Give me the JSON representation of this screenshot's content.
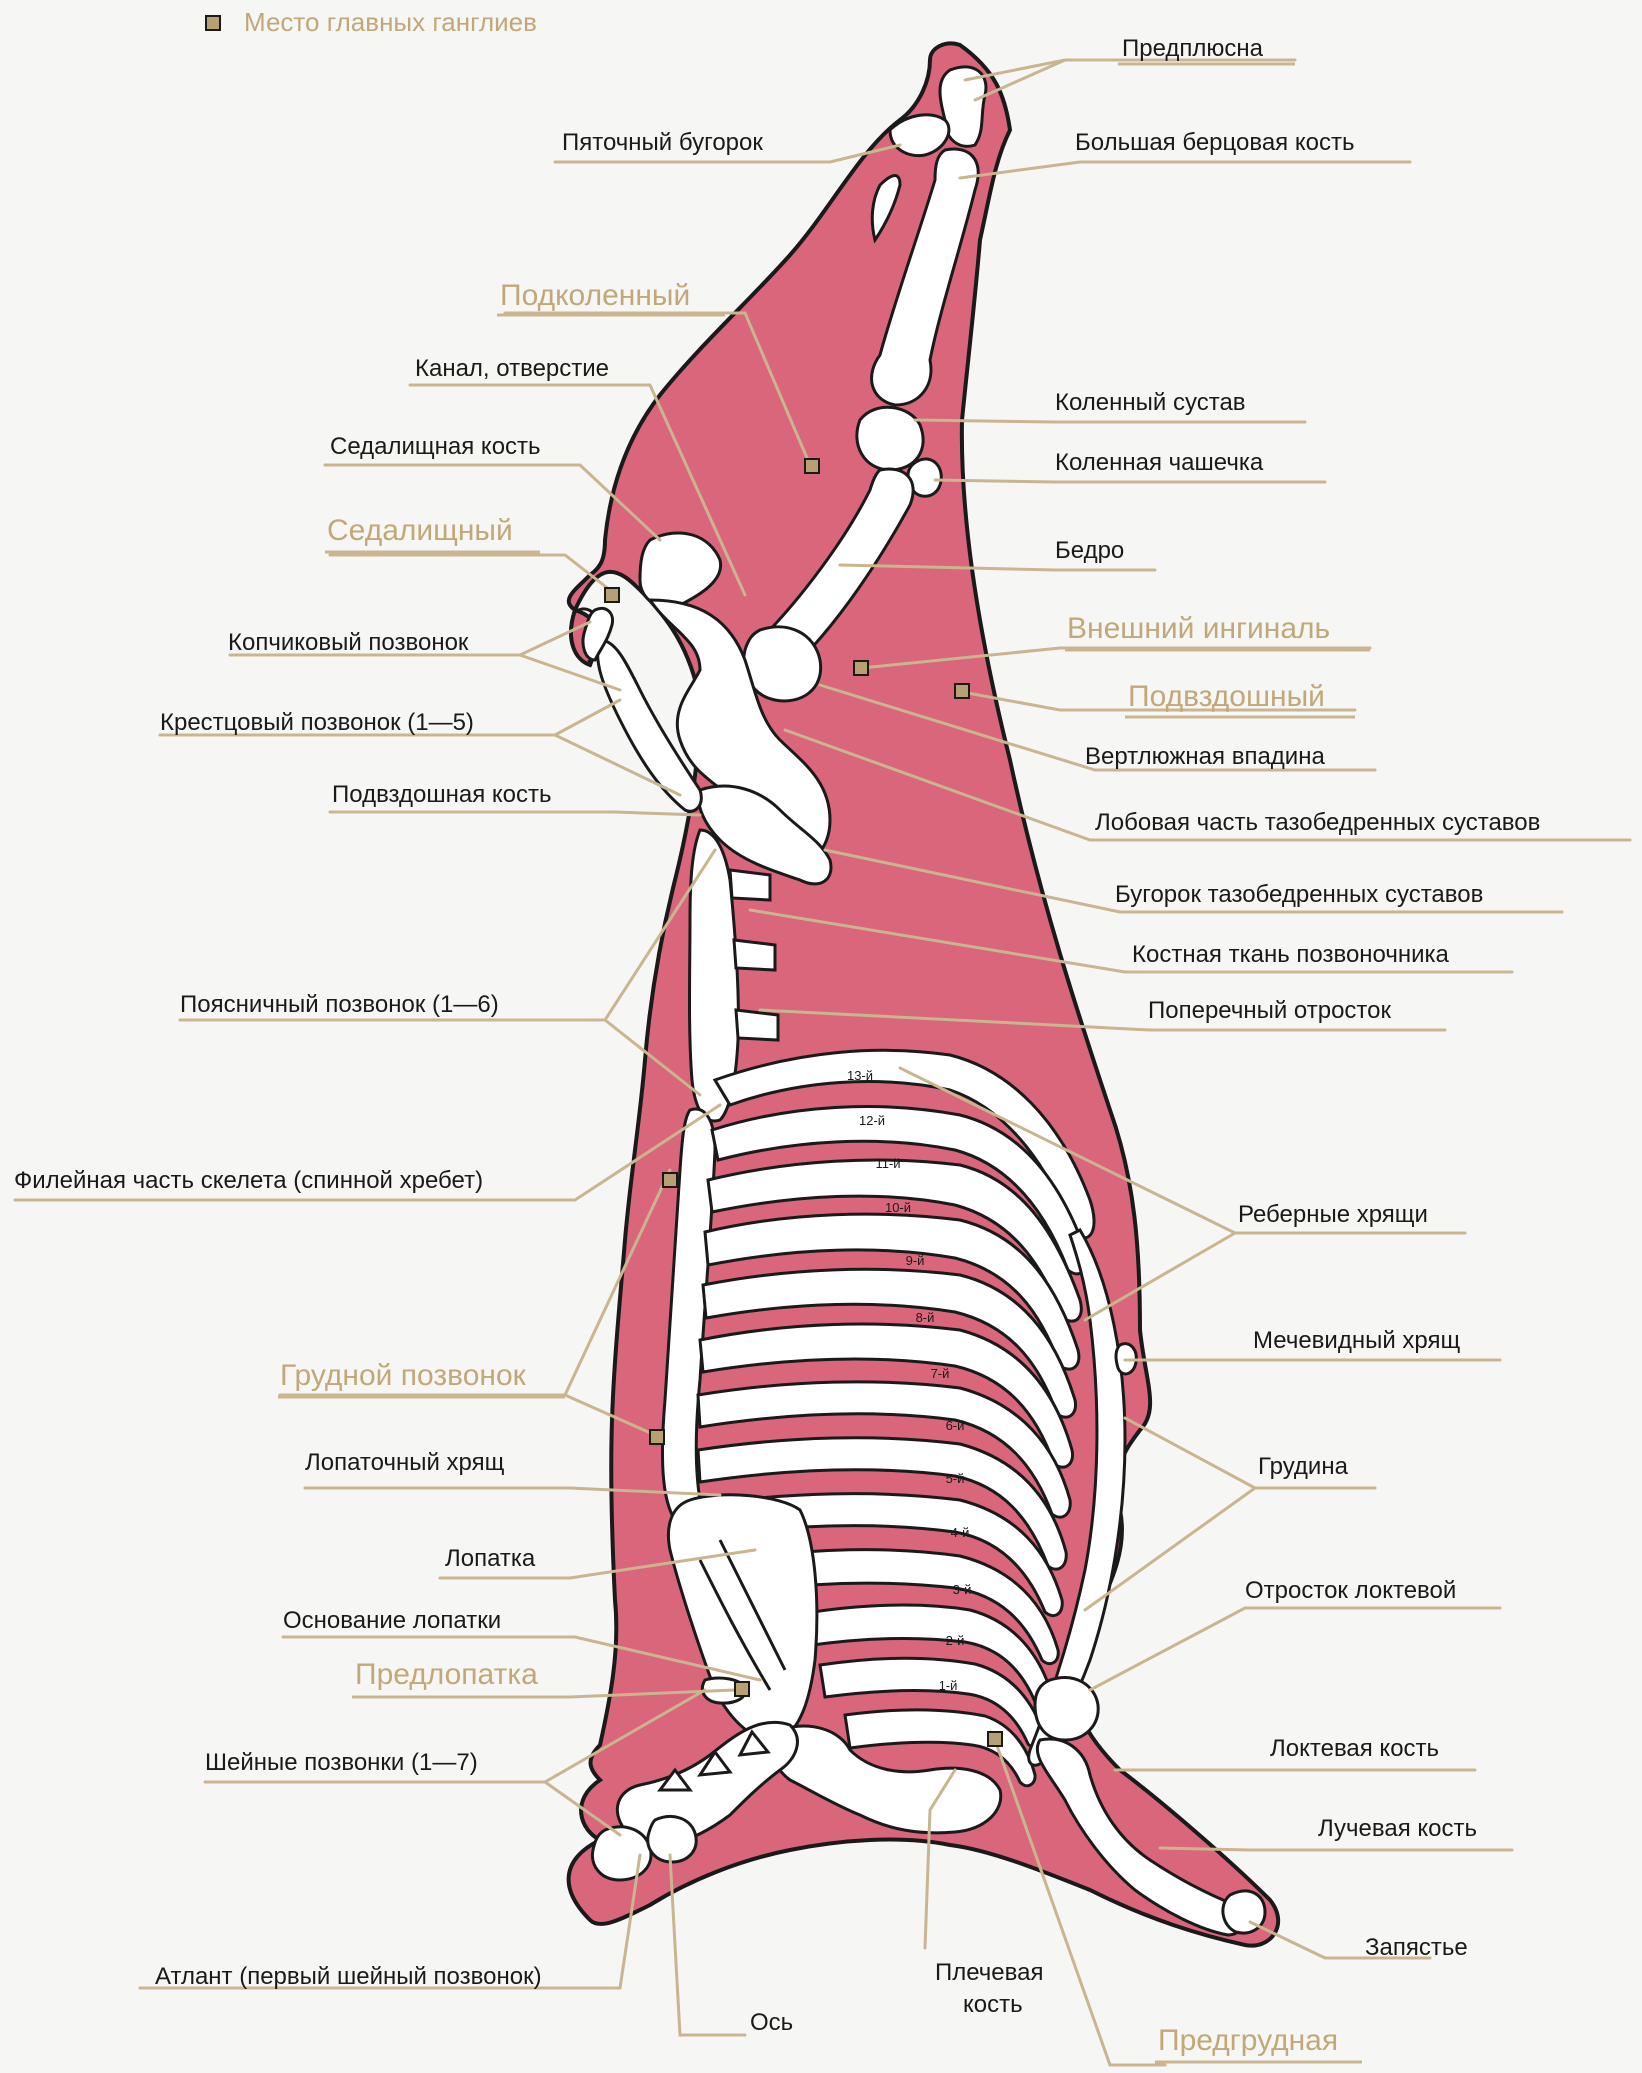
{
  "legend": {
    "label": "Место главных ганглиев"
  },
  "colors": {
    "meat": "#d9667a",
    "bone": "#ffffff",
    "outline": "#1a1a1a",
    "leader": "#c9b58f",
    "node_fill": "#b7a173",
    "accent_text": "#c2a878",
    "text": "#1a1a1a"
  },
  "labels": {
    "predplyusna": "Предплюсна",
    "pyatochny": "Пяточный бугорок",
    "bolshaya_bercovaya": "Большая берцовая кость",
    "podkolenny": "Подколенный",
    "kanal": "Канал, отверстие",
    "kolenny_sustav": "Коленный сустав",
    "sedalishchnaya_kost": "Седалищная кость",
    "kolennaya_chashechka": "Коленная чашечка",
    "sedalishchny": "Седалищный",
    "bedro": "Бедро",
    "vneshny_ingvinal": "Внешний ингиналь",
    "kopchikovy": "Копчиковый позвонок",
    "podvzdoshny": "Подвздошный",
    "krestcovy": "Крестцовый позвонок (1—5)",
    "vertlyuzhnaya": "Вертлюжная впадина",
    "podvzdoshnaya_kost": "Подвздошная кость",
    "lobovaya": "Лобовая часть тазобедренных суставов",
    "bugorok_taz": "Бугорок тазобедренных суставов",
    "kostnaya_tkan": "Костная ткань позвоночника",
    "poyasnichny": "Поясничный позвонок (1—6)",
    "poperechny": "Поперечный отросток",
    "fileinaya": "Филейная часть скелета (спинной хребет)",
    "rebernye": "Реберные хрящи",
    "mechevidny": "Мечевидный хрящ",
    "grudnoy_pozvonok": "Грудной позвонок",
    "lopatochny_hryashch": "Лопаточный хрящ",
    "grudina": "Грудина",
    "lopatka": "Лопатка",
    "otrostok_loktevoy": "Отросток локтевой",
    "osnovanie_lopatki": "Основание лопатки",
    "predlopatka": "Предлопатка",
    "loktevaya": "Локтевая кость",
    "sheynye": "Шейные позвонки (1—7)",
    "luchevaya": "Лучевая кость",
    "zapyastye": "Запястье",
    "atlant": "Атлант (первый шейный позвонок)",
    "os": "Ось",
    "plechevaya_1": "Плечевая",
    "plechevaya_2": "кость",
    "predgrudnaya": "Предгрудная"
  },
  "ribs": [
    "13-й",
    "12-й",
    "11-й",
    "10-й",
    "9-й",
    "8-й",
    "7-й",
    "6-й",
    "5-й",
    "4-й",
    "3-й",
    "2-й",
    "1-й"
  ]
}
